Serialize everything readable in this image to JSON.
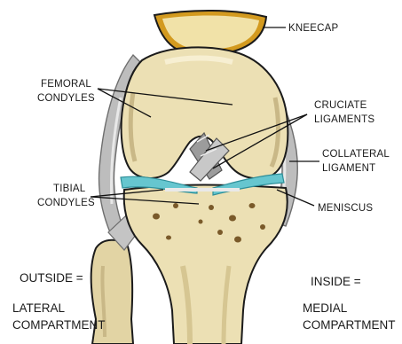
{
  "labels": {
    "kneecap": "KNEECAP",
    "femoral": [
      "FEMORAL",
      "CONDYLES"
    ],
    "cruciate": [
      "CRUCIATE",
      "LIGAMENTS"
    ],
    "collateral": [
      "COLLATERAL",
      "LIGAMENT"
    ],
    "tibial": [
      "TIBIAL",
      "CONDYLES"
    ],
    "meniscus": "MENISCUS",
    "outside": "OUTSIDE =",
    "lateral": [
      "LATERAL",
      "COMPARTMENT"
    ],
    "inside": "INSIDE =",
    "medial": [
      "MEDIAL",
      "COMPARTMENT"
    ]
  },
  "colors": {
    "bone": "#ece0b4",
    "bone_shade": "#c9b887",
    "kneecap_fill": "#f1e2a8",
    "kneecap_rim": "#d39a1f",
    "meniscus": "#66c6cf",
    "ligament": "#b9b9b9",
    "ligament_dark": "#7f7f7f",
    "pore": "#7a5a2a"
  }
}
